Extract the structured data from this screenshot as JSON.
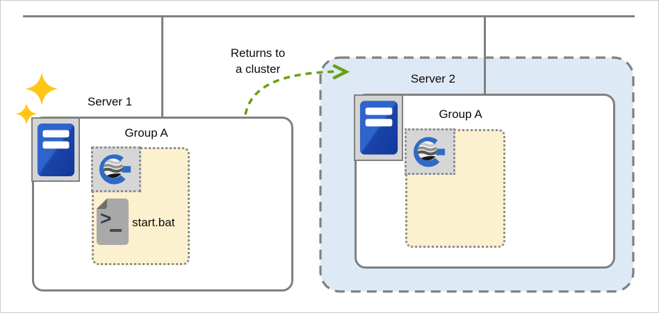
{
  "diagram": {
    "annotation": {
      "line1": "Returns to",
      "line2": "a cluster"
    },
    "server1": {
      "label": "Server 1",
      "group": {
        "label": "Group A",
        "file_label": "start.bat"
      }
    },
    "server2": {
      "label": "Server 2",
      "group": {
        "label": "Group A"
      }
    },
    "colors": {
      "line_gray": "#7f7f7f",
      "cluster_fill": "#dee9f6",
      "group_fill": "#fcf1ce",
      "tile_gray": "#d4d4d4",
      "server_blue_light": "#2f64cd",
      "server_blue_dark": "#15399c",
      "gocd_blue": "#2f6bc4",
      "arrow_green": "#69a00f",
      "sparkle_gold": "#ffc613",
      "file_gray": "#a9a9a9",
      "file_fold": "#707070"
    }
  }
}
